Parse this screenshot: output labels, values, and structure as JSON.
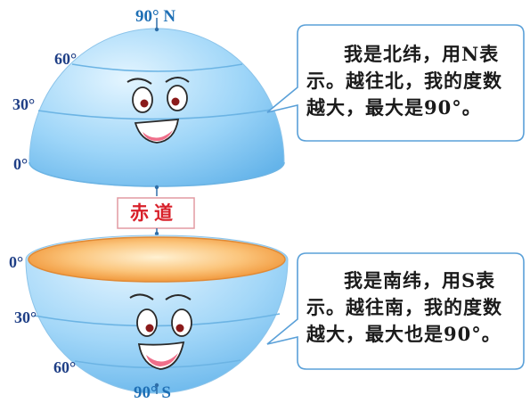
{
  "north": {
    "pole_label": "90° N",
    "lat_60": "60°",
    "lat_30": "30°",
    "lat_0": "0°",
    "speech": "我是北纬，用N表示。越往北，我的度数越大，最大是90°。"
  },
  "equator_label": "赤道",
  "south": {
    "pole_label": "90° S",
    "lat_0": "0°",
    "lat_30": "30°",
    "lat_60": "60°",
    "speech": "我是南纬，用S表示。越往南，我的度数越大，最大也是90°。"
  },
  "colors": {
    "sphere_light": "#d8efff",
    "sphere_mid": "#8fcdf6",
    "sphere_dark": "#5eb2ea",
    "inner_orange": "#f39b3c",
    "equator_text": "#d8202a",
    "bubble_border": "#5aa0d8"
  }
}
